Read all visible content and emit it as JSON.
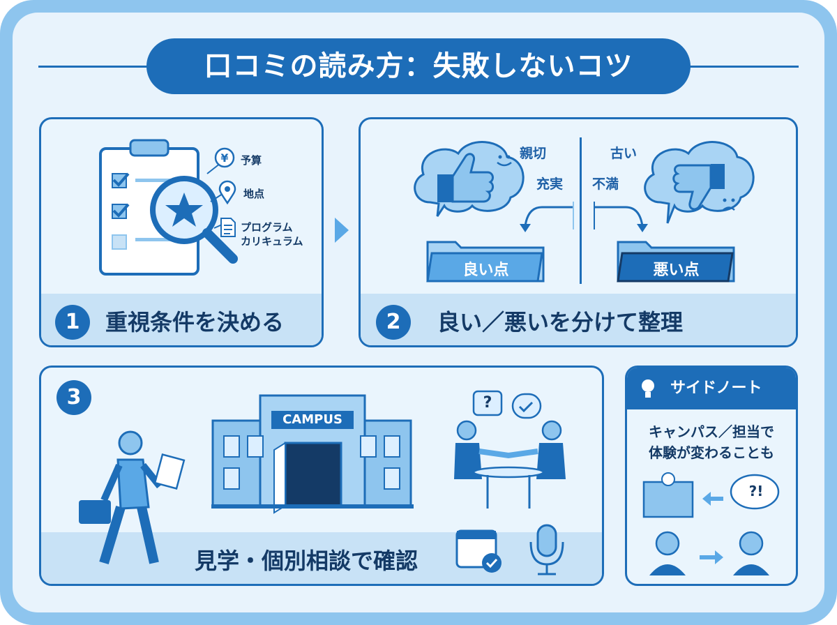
{
  "title": "口コミの読み方：失敗しないコツ",
  "step1": {
    "number": "1",
    "label": "重視条件を決める",
    "items": [
      "予算",
      "地点",
      "プログラム",
      "カリキュラム"
    ]
  },
  "step2": {
    "number": "2",
    "label": "良い／悪いを分けて整理",
    "good_words": [
      "親切",
      "充実"
    ],
    "bad_words": [
      "古い",
      "不満"
    ],
    "good_folder": "良い点",
    "bad_folder": "悪い点"
  },
  "step3": {
    "number": "3",
    "label": "見学・個別相談で確認",
    "building_sign": "CAMPUS",
    "bubble_question": "?"
  },
  "side_note": {
    "title": "サイドノート",
    "line1": "キャンパス／担当で",
    "line2": "体験が変わることも",
    "bubble": "?!"
  },
  "colors": {
    "primary": "#1d6db8",
    "light": "#c8e2f6",
    "background": "#e8f3fc",
    "dark_text": "#143a66"
  },
  "icons": [
    "clipboard-icon",
    "magnifier-icon",
    "star-icon",
    "yen-icon",
    "location-pin-icon",
    "document-icon",
    "thumbs-up-icon",
    "thumbs-down-icon",
    "folder-icon",
    "person-walking-icon",
    "campus-building-icon",
    "meeting-icon",
    "handshake-icon",
    "calendar-icon",
    "microphone-icon",
    "lightbulb-icon",
    "person-icon"
  ]
}
